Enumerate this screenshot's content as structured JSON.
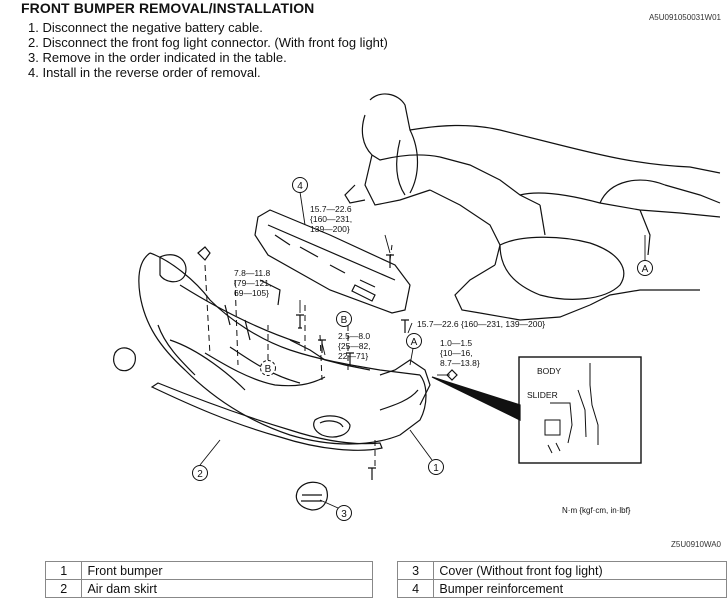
{
  "title": "FRONT BUMPER REMOVAL/INSTALLATION",
  "doc_id": "A5U091050031W01",
  "steps": [
    "1. Disconnect the negative battery cable.",
    "2. Disconnect the front fog light connector. (With front fog light)",
    "3. Remove in the order indicated in the table.",
    "4. Install in the reverse order of removal."
  ],
  "diagram": {
    "callouts": [
      "1",
      "2",
      "3",
      "4",
      "A",
      "A",
      "B",
      "B"
    ],
    "torques": {
      "part4_top": [
        "15.7—22.6",
        "{160—231,",
        "139—200}"
      ],
      "bolt_left": [
        "7.8—11.8",
        "{79—121,",
        "69—105}"
      ],
      "bolt_mid": [
        "2.5—8.0",
        "{25—82,",
        "22—71}"
      ],
      "bolt_right": [
        "1.0—1.5",
        "{10—16,",
        "8.7—13.8}"
      ],
      "bolt_long": "15.7—22.6 {160—231, 139—200}"
    },
    "inset_labels": [
      "BODY",
      "SLIDER"
    ],
    "unit_note": "N·m {kgf·cm, in·lbf}"
  },
  "figure_id": "Z5U0910WA0",
  "parts_table": [
    {
      "num_a": "1",
      "name_a": "Front bumper",
      "num_b": "3",
      "name_b": "Cover (Without front fog light)"
    },
    {
      "num_a": "2",
      "name_a": "Air dam skirt",
      "num_b": "4",
      "name_b": "Bumper reinforcement"
    }
  ]
}
